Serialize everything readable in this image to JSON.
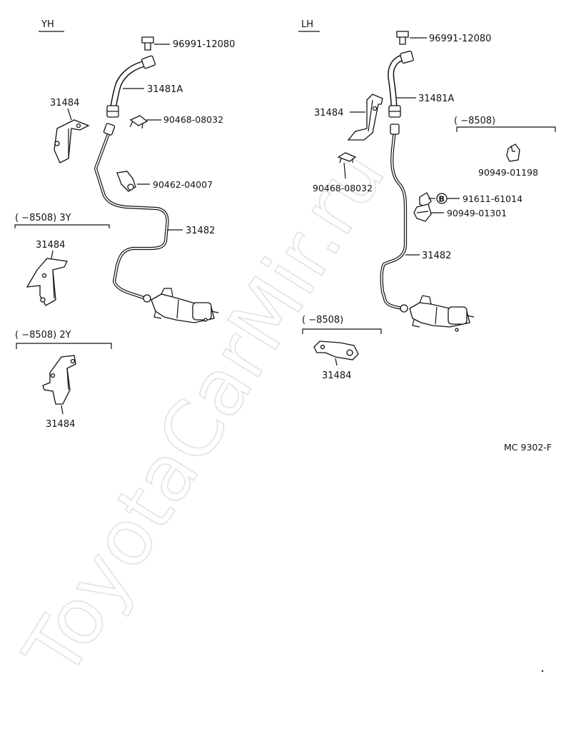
{
  "watermark": "ToyotaCarMir.ru",
  "sections": {
    "yh": "YH",
    "lh": "LH"
  },
  "ranges": {
    "yh_3y": "(      −8508) 3Y",
    "yh_2y": "(      −8508) 2Y",
    "lh_top": "(      −8508)",
    "lh_bottom": "(      −8508)"
  },
  "labels": {
    "yh_clip": "96991-12080",
    "yh_hose": "31481A",
    "yh_bracket": "31484",
    "yh_clip2": "90468-08032",
    "yh_clamp": "90462-04007",
    "yh_tube": "31482",
    "yh_bracket_3y": "31484",
    "yh_bracket_2y": "31484",
    "lh_clip": "96991-12080",
    "lh_hose": "31481A",
    "lh_bracket": "31484",
    "lh_clip2": "90468-08032",
    "lh_clamp_top": "90949-01198",
    "lh_bolt": "91611-61014",
    "lh_bolt_mark": "B",
    "lh_clamp": "90949-01301",
    "lh_tube": "31482",
    "lh_bracket_bottom": "31484"
  },
  "code": "MC  9302-F"
}
